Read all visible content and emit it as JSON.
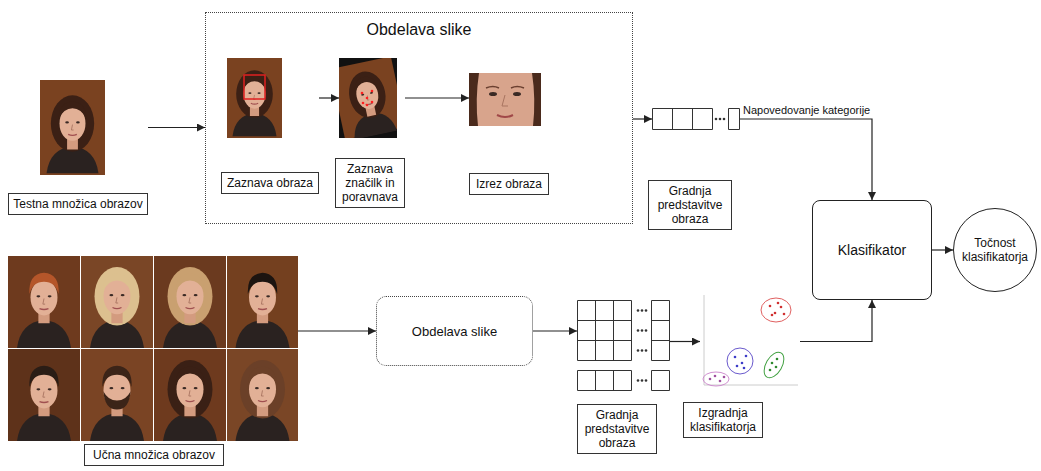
{
  "diagram": {
    "nodes": [
      {
        "text": [
          "Testna množica obrazov"
        ]
      },
      {
        "text": [
          "Obdelava slike"
        ]
      },
      {
        "text": [
          "Zaznava obraza"
        ],
        "in": 1
      },
      {
        "text": [
          "Zaznava značilk in poravnava"
        ],
        "in": 1
      },
      {
        "text": [
          "Izrez obraza"
        ],
        "in": 1
      },
      {
        "text": [
          "Gradnja predstavitve obraza"
        ]
      },
      {
        "text": [
          "Klasifikator"
        ]
      },
      {
        "text": [
          "Točnost klasifikatorja"
        ]
      },
      {
        "text": [
          "Učna množica obrazov"
        ]
      },
      {
        "text": [
          "Obdelava slike"
        ]
      },
      {
        "text": [
          "Gradnja predstavitve obraza"
        ]
      },
      {
        "text": [
          "Izgradnja klasifikatorja"
        ]
      }
    ],
    "edges": [
      {
        "from": 0,
        "to": 1,
        "arrow": "to"
      },
      {
        "from": 2,
        "to": 3,
        "arrow": "to"
      },
      {
        "from": 3,
        "to": 4,
        "arrow": "to"
      },
      {
        "from": 1,
        "to": 5,
        "arrow": "to"
      },
      {
        "from": 5,
        "to": 6,
        "label": "Napovedovanje kategorije",
        "arrow": "to"
      },
      {
        "from": 6,
        "to": 7,
        "arrow": "to"
      },
      {
        "from": 8,
        "to": 9,
        "arrow": "to"
      },
      {
        "from": 9,
        "to": 10,
        "arrow": "to"
      },
      {
        "from": 10,
        "to": 11,
        "arrow": "to"
      },
      {
        "from": 11,
        "to": 6,
        "arrow": "to"
      }
    ]
  }
}
